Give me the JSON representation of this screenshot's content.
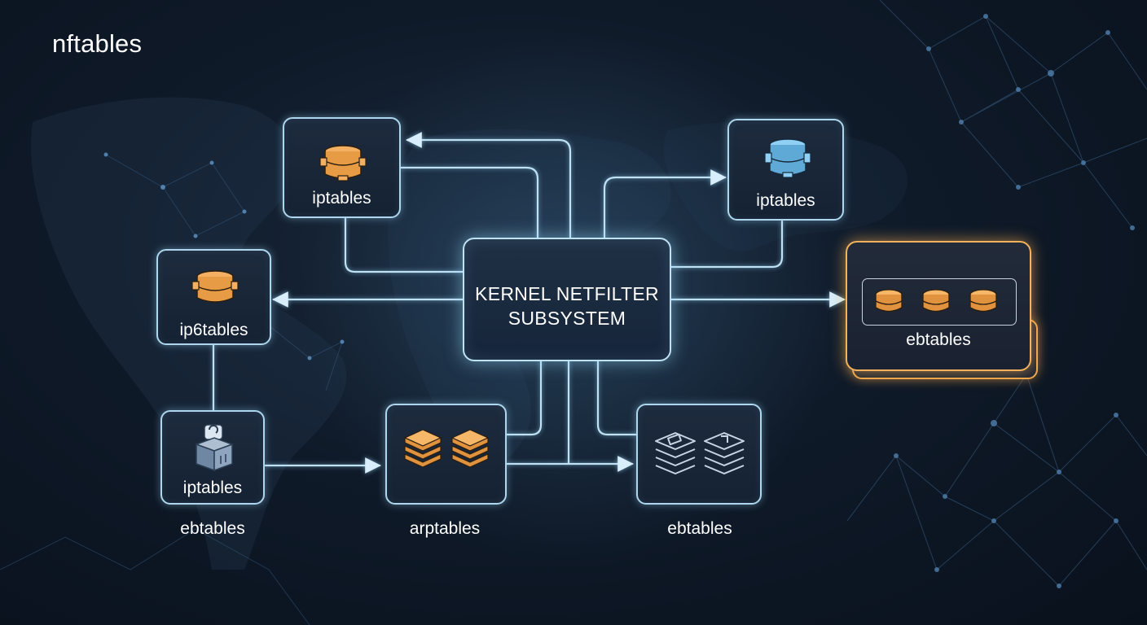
{
  "title": "nftables",
  "core": {
    "line1": "KERNEL NETFILTER",
    "line2": "SUBSYSTEM"
  },
  "nodes": {
    "iptables_top_left": "iptables",
    "iptables_top_right": "iptables",
    "ip6tables": "ip6tables",
    "iptables_bottom_left": "iptables",
    "ebtables_right": "ebtables"
  },
  "captions": {
    "ebtables_left": "ebtables",
    "arptables": "arptables",
    "ebtables_center": "ebtables"
  },
  "colors": {
    "accent_blue": "#aed7ee",
    "accent_orange": "#f0a64a",
    "background": "#0f1a29"
  },
  "icons": {
    "iptables_top_left": "database-gear-icon-orange",
    "iptables_top_right": "database-gear-icon-blue",
    "ip6tables": "database-gear-icon-orange",
    "iptables_bottom_left": "server-stack-icon",
    "arptables": "layer-stack-icon-orange",
    "ebtables_center": "layer-stack-icon-outline",
    "ebtables_right": "database-disk-icon-orange"
  }
}
